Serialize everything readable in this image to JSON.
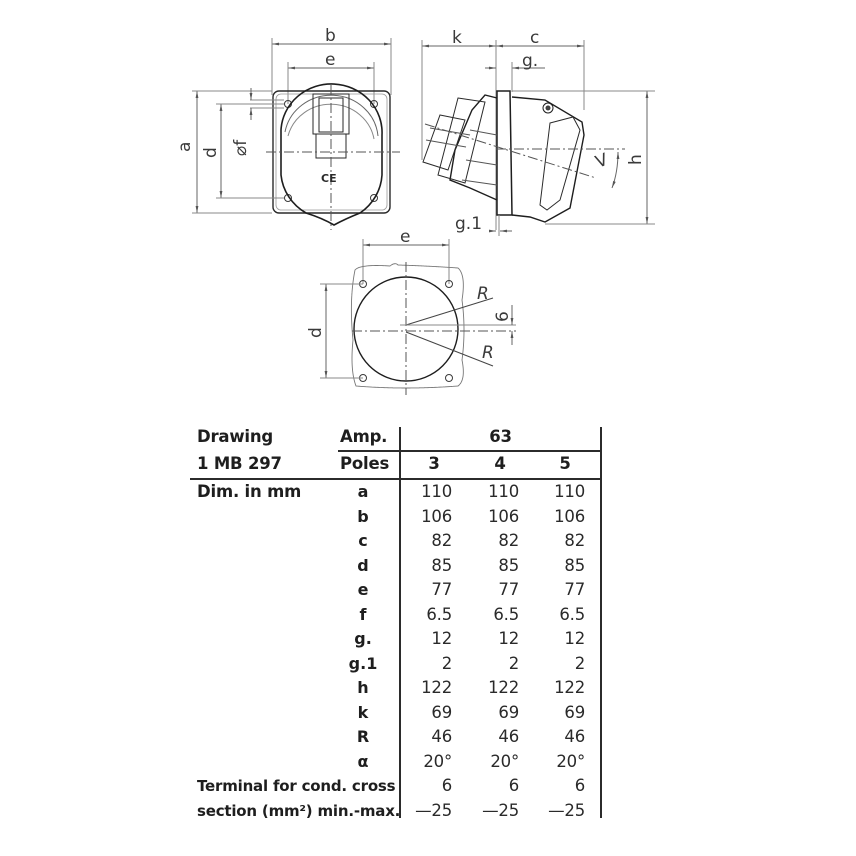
{
  "drawing": {
    "front_view": {
      "labels": {
        "b": "b",
        "e": "e",
        "a": "a",
        "d": "d",
        "f": "⌀f",
        "ce": "CE"
      }
    },
    "side_view": {
      "labels": {
        "k": "k",
        "c": "c",
        "g": "g.",
        "g1": "g.1",
        "h": "h",
        "alpha": "α"
      }
    },
    "panel_cutout": {
      "labels": {
        "e": "e",
        "d": "d",
        "R_top": "R",
        "R_bottom": "R",
        "six": "6"
      }
    }
  },
  "table": {
    "drawing_label": "Drawing",
    "drawing_number": "1 MB 297",
    "amp_label": "Amp.",
    "amp_value": "63",
    "poles_label": "Poles",
    "poles": [
      "3",
      "4",
      "5"
    ],
    "dim_label": "Dim. in mm",
    "rows": [
      {
        "key": "a",
        "values": [
          "110",
          "110",
          "110"
        ]
      },
      {
        "key": "b",
        "values": [
          "106",
          "106",
          "106"
        ]
      },
      {
        "key": "c",
        "values": [
          "82",
          "82",
          "82"
        ]
      },
      {
        "key": "d",
        "values": [
          "85",
          "85",
          "85"
        ]
      },
      {
        "key": "e",
        "values": [
          "77",
          "77",
          "77"
        ]
      },
      {
        "key": "f",
        "values": [
          "6.5",
          "6.5",
          "6.5"
        ]
      },
      {
        "key": "g.",
        "values": [
          "12",
          "12",
          "12"
        ]
      },
      {
        "key": "g.1",
        "values": [
          "2",
          "2",
          "2"
        ]
      },
      {
        "key": "h",
        "values": [
          "122",
          "122",
          "122"
        ]
      },
      {
        "key": "k",
        "values": [
          "69",
          "69",
          "69"
        ]
      },
      {
        "key": "R",
        "values": [
          "46",
          "46",
          "46"
        ]
      },
      {
        "key": "α",
        "values": [
          "20°",
          "20°",
          "20°"
        ]
      }
    ],
    "terminal_label_1": "Terminal for cond. cross",
    "terminal_label_2": "section (mm²) min.-max.",
    "terminal_min": [
      "6",
      "6",
      "6"
    ],
    "terminal_max": [
      "—25",
      "—25",
      "—25"
    ]
  }
}
